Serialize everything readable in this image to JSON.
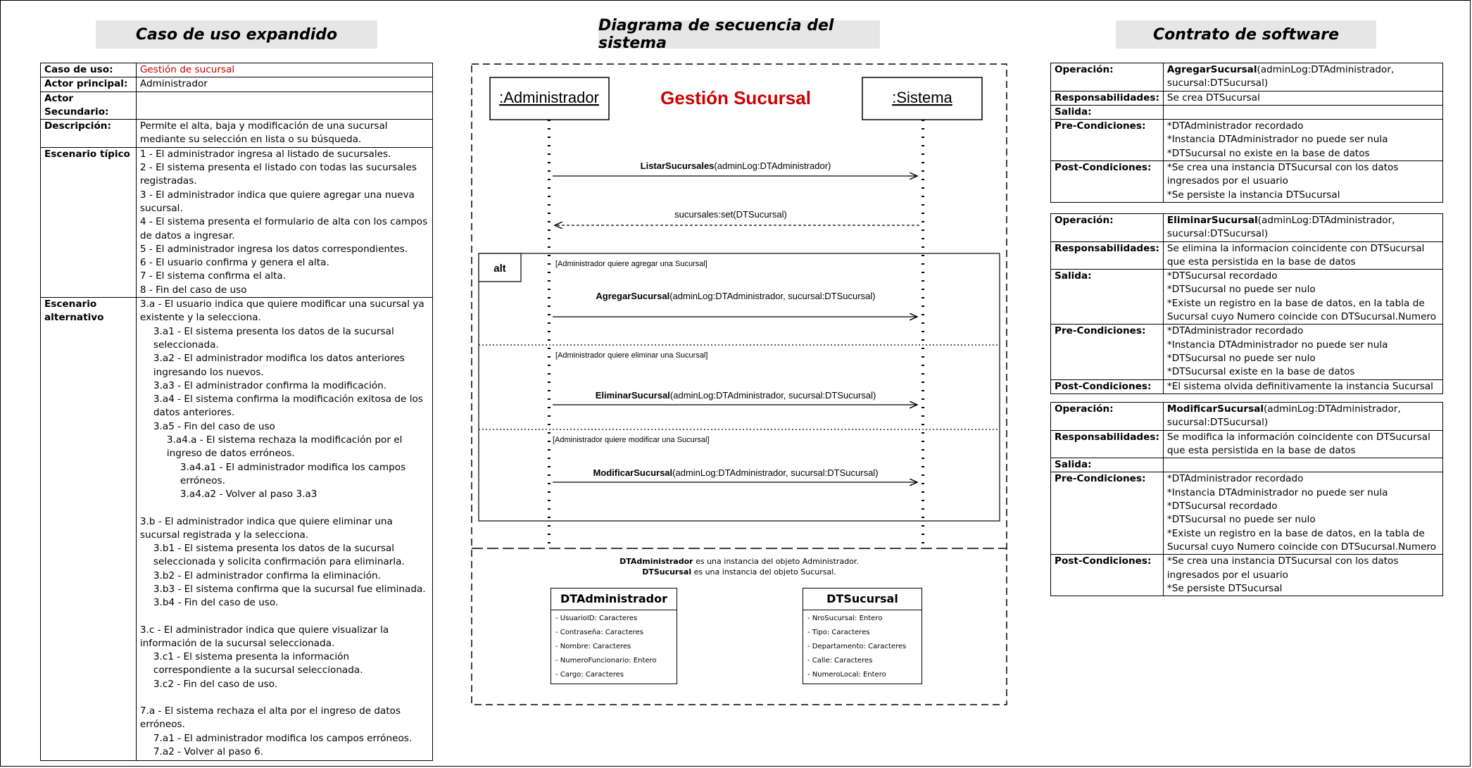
{
  "headers": {
    "left": "Caso de uso expandido",
    "center": "Diagrama de secuencia del sistema",
    "right": "Contrato de software"
  },
  "use_case": {
    "caso_label": "Caso de uso:",
    "caso_value": "Gestión de sucursal",
    "actor_principal_label": "Actor principal:",
    "actor_principal_value": "Administrador",
    "actor_secundario_label": "Actor Secundario:",
    "actor_secundario_value": "",
    "descripcion_label": "Descripción:",
    "descripcion_value": "Permite el alta, baja y modificación de una sucursal mediante su selección en lista o su búsqueda.",
    "escenario_tipico_label": "Escenario típico",
    "escenario_tipico": [
      "1 - El administrador ingresa al listado de sucursales.",
      "2 - El sistema presenta el listado con todas las sucursales registradas.",
      "3 - El administrador indica que quiere agregar una nueva sucursal.",
      "4 - El sistema presenta el formulario de alta con los campos de datos a ingresar.",
      "5 - El administrador ingresa los datos correspondientes.",
      "6 - El usuario  confirma y genera el alta.",
      "7 - El sistema confirma el alta.",
      "8 - Fin del caso de uso"
    ],
    "escenario_alternativo_label": "Escenario alternativo",
    "escenario_alternativo": [
      {
        "level": 0,
        "text": "3.a - El usuario indica que quiere modificar una sucursal ya existente y la selecciona."
      },
      {
        "level": 1,
        "text": "3.a1 - El sistema presenta los datos de la sucursal seleccionada."
      },
      {
        "level": 1,
        "text": "3.a2 - El administrador modifica los datos anteriores ingresando los nuevos."
      },
      {
        "level": 1,
        "text": "3.a3 - El administrador confirma la modificación."
      },
      {
        "level": 1,
        "text": "3.a4 - El sistema confirma la modificación exitosa de los datos anteriores."
      },
      {
        "level": 1,
        "text": "3.a5 - Fin del caso de uso"
      },
      {
        "level": 2,
        "text": "3.a4.a - El sistema rechaza la modificación por el ingreso de datos erróneos."
      },
      {
        "level": 3,
        "text": "3.a4.a1 - El administrador modifica los campos erróneos."
      },
      {
        "level": 3,
        "text": "3.a4.a2 - Volver al paso 3.a3"
      },
      {
        "level": -1,
        "text": ""
      },
      {
        "level": 0,
        "text": "3.b - El administrador indica que quiere eliminar una sucursal registrada y la selecciona."
      },
      {
        "level": 1,
        "text": "3.b1 - El sistema presenta los datos de la sucursal seleccionada y solicita confirmación para eliminarla."
      },
      {
        "level": 1,
        "text": "3.b2 - El administrador confirma la eliminación."
      },
      {
        "level": 1,
        "text": "3.b3 - El sistema confirma que la sucursal fue eliminada."
      },
      {
        "level": 1,
        "text": "3.b4 - Fin del caso de uso."
      },
      {
        "level": -1,
        "text": ""
      },
      {
        "level": 0,
        "text": "3.c - El administrador indica que quiere visualizar la información de la sucursal seleccionada."
      },
      {
        "level": 1,
        "text": "3.c1 - El sistema presenta la información correspondiente a la sucursal seleccionada."
      },
      {
        "level": 1,
        "text": "3.c2 - Fin del caso de uso."
      },
      {
        "level": -1,
        "text": ""
      },
      {
        "level": 0,
        "text": "7.a - El sistema rechaza el alta por el ingreso de datos erróneos."
      },
      {
        "level": 1,
        "text": "7.a1 - El administrador modifica los campos erróneos."
      },
      {
        "level": 1,
        "text": "7.a2 - Volver al paso 6."
      }
    ]
  },
  "sequence": {
    "title": "Gestión Sucursal",
    "actor": ":Administrador",
    "system": ":Sistema",
    "msg1_bold": "ListarSucursales",
    "msg1_rest": "(adminLog:DTAdministrador)",
    "reply1": "sucursales:set(DTSucursal)",
    "alt_label": "alt",
    "guard1": "[Administrador quiere agregar una Sucursal]",
    "msg2_bold": "AgregarSucursal",
    "msg2_rest": "(adminLog:DTAdministrador, sucursal:DTSucursal)",
    "guard2": "[Administrador quiere eliminar una Sucursal]",
    "msg3_bold": "EliminarSucursal",
    "msg3_rest": "(adminLog:DTAdministrador, sucursal:DTSucursal)",
    "guard3": "[Administrador quiere modificar una Sucursal]",
    "msg4_bold": "ModificarSucursal",
    "msg4_rest": "(adminLog:DTAdministrador, sucursal:DTSucursal)",
    "note1_bold": "DTAdministrador",
    "note1_rest": " es una instancia del objeto Administrador.",
    "note2_bold": "DTSucursal",
    "note2_rest": " es una instancia del objeto Sucursal.",
    "class1": {
      "name": "DTAdministrador",
      "attrs": [
        "- UsuarioID: Caracteres",
        "- Contraseña: Caracteres",
        "- Nombre: Caracteres",
        "- NumeroFuncionario: Entero",
        "- Cargo: Caracteres"
      ]
    },
    "class2": {
      "name": "DTSucursal",
      "attrs": [
        "- NroSucursal: Entero",
        "- Tipo: Caracteres",
        "- Departamento: Caracteres",
        "- Calle: Caracteres",
        "- NumeroLocal: Entero"
      ]
    },
    "colors": {
      "title": "#cc0000",
      "line": "#000000"
    }
  },
  "contracts": {
    "labels": {
      "operacion": "Operación:",
      "responsabilidades": "Responsabilidades:",
      "salida": "Salida:",
      "pre": "Pre-Condiciones:",
      "post": "Post-Condiciones:"
    },
    "c1": {
      "op_bold": "AgregarSucursal",
      "op_rest": "(adminLog:DTAdministrador, sucursal:DTSucursal)",
      "responsabilidades": "Se crea DTSucursal",
      "salida": [],
      "pre": [
        "*DTAdministrador recordado",
        "*Instancia DTAdministrador no puede ser nula",
        "*DTSucursal no existe en la base de datos"
      ],
      "post": [
        "*Se crea una instancia DTSucursal con los datos ingresados por el usuario",
        "*Se persiste la instancia DTSucursal"
      ]
    },
    "c2": {
      "op_bold": "EliminarSucursal",
      "op_rest": "(adminLog:DTAdministrador, sucursal:DTSucursal)",
      "responsabilidades": "Se elimina la informacion coincidente con DTSucursal que esta persistida en la base de datos",
      "salida": [
        "*DTSucursal recordado",
        "*DTSucursal no puede ser nulo",
        "*Existe un registro en la base de datos, en la tabla de Sucursal cuyo Numero coincide con DTSucursal.Numero"
      ],
      "pre": [
        "*DTAdministrador recordado",
        "*Instancia DTAdministrador no puede ser nula",
        "*DTSucursal no puede ser nulo",
        "*DTSucursal existe en la base de datos"
      ],
      "post": [
        "*El sistema olvida definitivamente la instancia Sucursal"
      ]
    },
    "c3": {
      "op_bold": "ModificarSucursal",
      "op_rest": "(adminLog:DTAdministrador, sucursal:DTSucursal)",
      "responsabilidades": "Se modifica la información coincidente con DTSucursal que esta persistida en la base de datos",
      "salida": [],
      "pre": [
        "*DTAdministrador recordado",
        "*Instancia DTAdministrador no puede ser nula",
        "*DTSucursal recordado",
        "*DTSucursal no puede ser nulo",
        "*Existe un registro en la base de datos, en la tabla de Sucursal cuyo Numero coincide con DTSucursal.Numero"
      ],
      "post": [
        "*Se crea una instancia DTSucursal con los datos ingresados por el usuario",
        "*Se persiste DTSucursal"
      ]
    }
  }
}
